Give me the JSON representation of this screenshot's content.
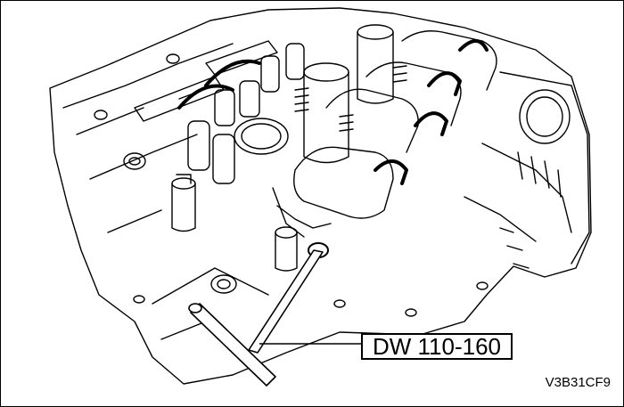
{
  "callout": {
    "tool_label": "DW 110-160"
  },
  "figure": {
    "code": "V3B31CF9"
  },
  "colors": {
    "line": "#000000",
    "background": "#ffffff"
  },
  "icons": {
    "tool": "t-handle-tool-icon",
    "engine": "cylinder-head-illustration"
  }
}
